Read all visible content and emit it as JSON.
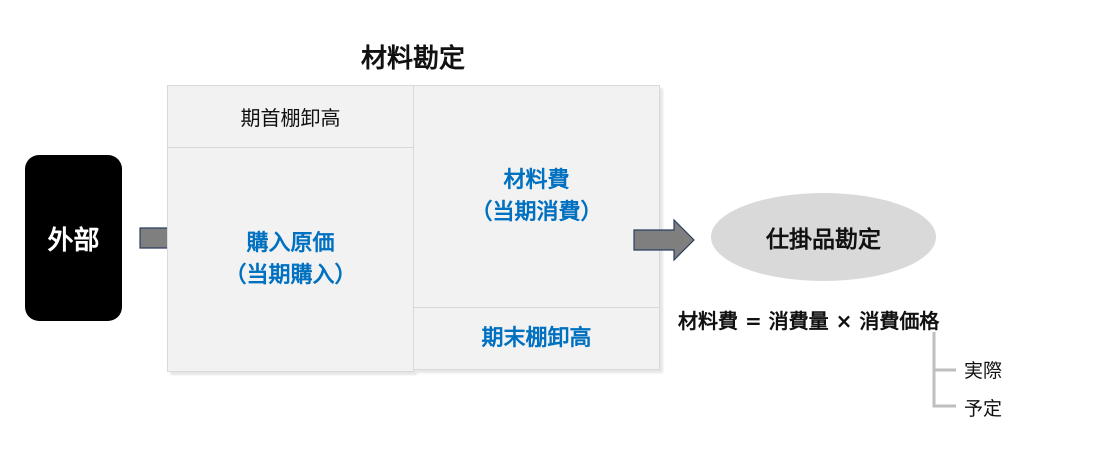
{
  "title": "材料勘定",
  "external": "外部",
  "account": {
    "opening_inventory": "期首棚卸高",
    "purchase_line1": "購入原価",
    "purchase_line2": "（当期購入）",
    "material_cost_line1": "材料費",
    "material_cost_line2": "（当期消費）",
    "closing_inventory": "期末棚卸高"
  },
  "wip": "仕掛品勘定",
  "formula": "材料費 = 消費量 × 消費価格",
  "price_types": [
    "実際",
    "予定"
  ],
  "colors": {
    "blue": "#0070c0",
    "arrow": "#7f7f7f",
    "ellipse": "#d9d9d9"
  }
}
